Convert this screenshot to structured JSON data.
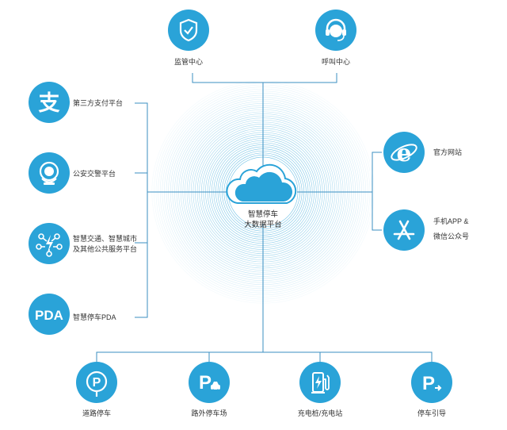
{
  "colors": {
    "accent": "#2aa3d8",
    "line": "#3b8fc2",
    "text": "#333333"
  },
  "center": {
    "line1": "智慧停车",
    "line2": "大数据平台",
    "icon": "cloud-icon"
  },
  "top": [
    {
      "label": "监管中心",
      "icon": "shield-check-icon"
    },
    {
      "label": "呼叫中心",
      "icon": "headset-icon"
    }
  ],
  "left": [
    {
      "label": "第三方支付平台",
      "icon": "alipay-icon"
    },
    {
      "label": "公安交警平台",
      "icon": "police-badge-icon"
    },
    {
      "label_line1": "智慧交通、智慧城市",
      "label_line2": "及其他公共服务平台",
      "icon": "network-bolt-icon"
    },
    {
      "label": "智慧停车PDA",
      "icon": "pda-icon",
      "icon_text": "PDA"
    }
  ],
  "right": [
    {
      "label": "官方网站",
      "icon": "browser-e-icon"
    },
    {
      "label_line1": "手机APP &",
      "label_line2": "微信公众号",
      "icon": "app-store-icon"
    }
  ],
  "bottom": [
    {
      "label": "道路停车",
      "icon": "parking-circle-icon"
    },
    {
      "label": "路外停车场",
      "icon": "parking-car-icon"
    },
    {
      "label": "充电桩/充电站",
      "icon": "charging-station-icon"
    },
    {
      "label": "停车引导",
      "icon": "parking-guide-icon"
    }
  ]
}
